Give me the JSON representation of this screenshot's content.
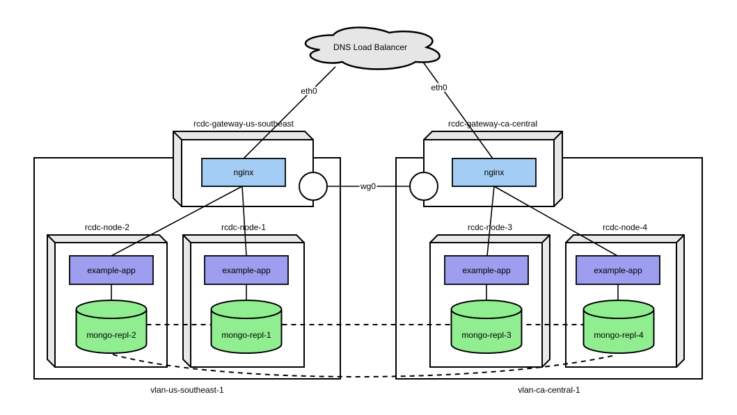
{
  "cloud": {
    "label": "DNS Load Balancer"
  },
  "links": {
    "eth0_left": "eth0",
    "eth0_right": "eth0",
    "wg0": "wg0"
  },
  "gateways": [
    {
      "name": "rcdc-gateway-us-southeast",
      "service": "nginx"
    },
    {
      "name": "rcdc-gateway-ca-central",
      "service": "nginx"
    }
  ],
  "vlans": [
    {
      "name": "vlan-us-southeast-1"
    },
    {
      "name": "vlan-ca-central-1"
    }
  ],
  "nodes": [
    {
      "name": "rcdc-node-2",
      "app": "example-app",
      "db": "mongo-repl-2"
    },
    {
      "name": "rcdc-node-1",
      "app": "example-app",
      "db": "mongo-repl-1"
    },
    {
      "name": "rcdc-node-3",
      "app": "example-app",
      "db": "mongo-repl-3"
    },
    {
      "name": "rcdc-node-4",
      "app": "example-app",
      "db": "mongo-repl-4"
    }
  ],
  "colors": {
    "nginx": "#a4cdf5",
    "app": "#9e9ef0",
    "db": "#90ee90",
    "bevel": "#e8e8e8",
    "cloud": "#e6e6e6",
    "stroke": "#000000",
    "background": "#ffffff"
  }
}
